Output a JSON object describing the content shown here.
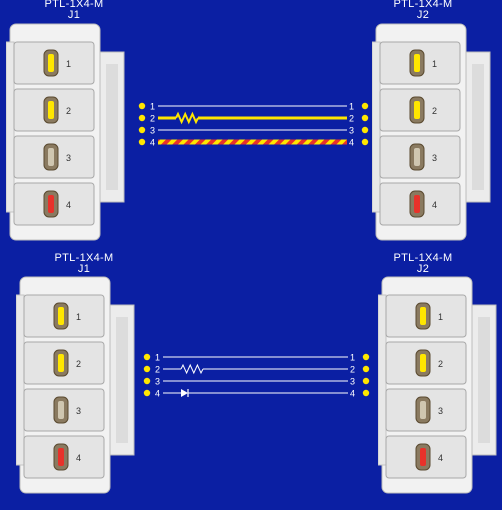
{
  "diagram_a": {
    "left": {
      "part": "PTL-1X4-M",
      "ref": "J1",
      "pins": [
        "1",
        "2",
        "3",
        "4"
      ]
    },
    "right": {
      "part": "PTL-1X4-M",
      "ref": "J2",
      "pins": [
        "1",
        "2",
        "3",
        "4"
      ]
    },
    "wires": [
      {
        "from": "1",
        "to": "1",
        "style": "thin-white"
      },
      {
        "from": "2",
        "to": "2",
        "style": "thick-yellow",
        "component": "resistor"
      },
      {
        "from": "3",
        "to": "3",
        "style": "thin-white"
      },
      {
        "from": "4",
        "to": "4",
        "style": "striped-red-yellow"
      }
    ]
  },
  "diagram_b": {
    "left": {
      "part": "PTL-1X4-M",
      "ref": "J1",
      "pins": [
        "1",
        "2",
        "3",
        "4"
      ]
    },
    "right": {
      "part": "PTL-1X4-M",
      "ref": "J2",
      "pins": [
        "1",
        "2",
        "3",
        "4"
      ]
    },
    "wires": [
      {
        "from": "1",
        "to": "1",
        "style": "thin-white"
      },
      {
        "from": "2",
        "to": "2",
        "style": "thin-white",
        "component": "resistor"
      },
      {
        "from": "3",
        "to": "3",
        "style": "thin-white"
      },
      {
        "from": "4",
        "to": "4",
        "style": "thin-white",
        "component": "diode"
      }
    ]
  },
  "colors": {
    "background": "#0b1fa3",
    "connector_body": "#f2f2f2",
    "connector_shade": "#c8c8c8",
    "wire_white": "#ffffff",
    "wire_yellow": "#ffe600",
    "wire_red": "#e8322a",
    "endpoint": "#ffe600"
  }
}
